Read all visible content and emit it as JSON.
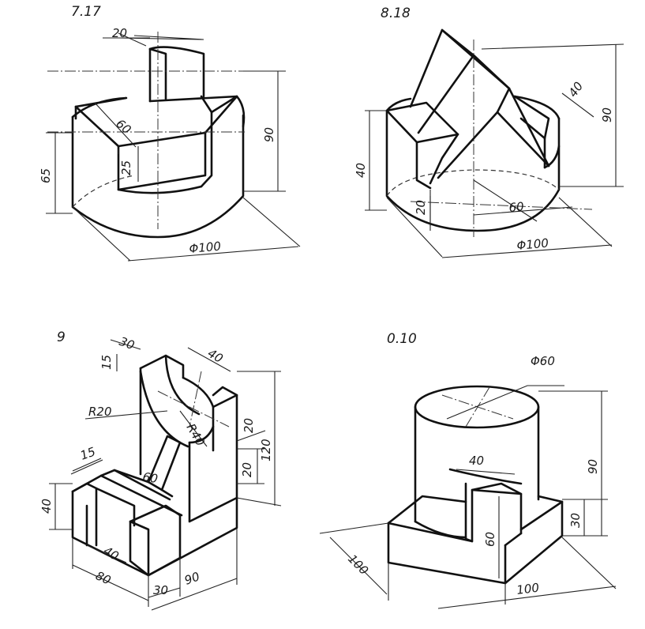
{
  "figures": [
    {
      "id": "7.17",
      "label": "7.17",
      "dims": {
        "top_width": "20",
        "depth": "60",
        "slot": "25",
        "height_left": "65",
        "height_right": "90",
        "diameter": "Φ100"
      }
    },
    {
      "id": "8.18",
      "label": "8.18",
      "dims": {
        "height_left": "40",
        "slope": "40",
        "height_right": "90",
        "base": "20",
        "width": "60",
        "diameter": "Φ100"
      }
    },
    {
      "id": "9",
      "label": "9",
      "dims": {
        "top_a": "30",
        "top_b": "15",
        "top_w": "40",
        "radius_small": "R20",
        "radius_large": "R40",
        "slot_h": "20",
        "gap": "20",
        "height": "120",
        "rib": "60",
        "lug": "15",
        "h40": "40",
        "w40": "40",
        "w80": "80",
        "w30": "30",
        "w90": "90"
      }
    },
    {
      "id": "0.10",
      "label": "0.10",
      "dims": {
        "diameter": "Φ60",
        "notch": "40",
        "height": "90",
        "base_h": "30",
        "depth": "60",
        "base_l": "100",
        "base_w": "100"
      }
    }
  ]
}
